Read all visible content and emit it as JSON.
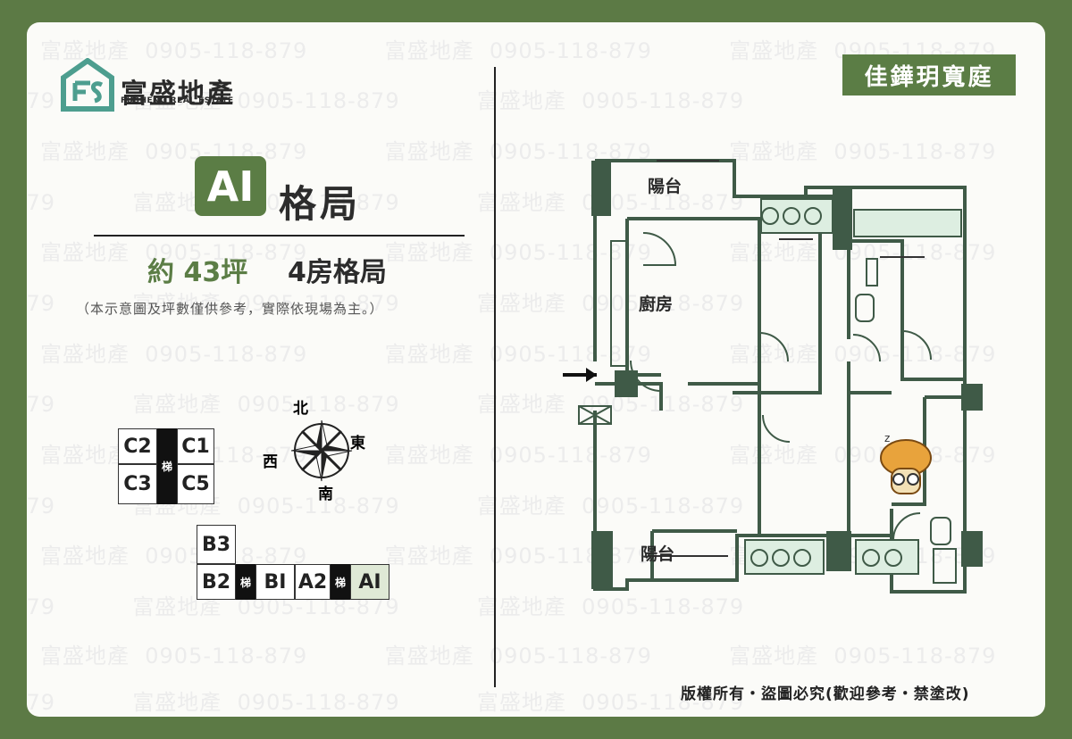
{
  "watermark": {
    "brand": "富盛地產",
    "phone": "0905-118-879"
  },
  "logo": {
    "name": "富盛地產",
    "subtitle": "FUSHENG REAL ESTATE"
  },
  "project": {
    "name": "佳鏵玥寬庭"
  },
  "unit": {
    "code": "AI",
    "layout_label": "格局",
    "size": "約 43坪",
    "rooms": "4房格局"
  },
  "note": "（本示意圖及坪數僅供參考，實際依現場為主。）",
  "compass": {
    "north": "北",
    "south": "南",
    "east": "東",
    "west": "西"
  },
  "key_plan_c": {
    "tl": "C2",
    "tr": "C1",
    "bl": "C3",
    "br": "C5",
    "stair": "梯"
  },
  "key_plan_b": {
    "b3": "B3",
    "b2": "B2",
    "stair1": "梯",
    "b1": "BI",
    "a2": "A2",
    "stair2": "梯",
    "a1": "AI",
    "highlight_color": "#dfe9d6"
  },
  "floor_plan": {
    "balcony_top": "陽台",
    "kitchen": "廚房",
    "balcony_bottom": "陽台"
  },
  "copyright": "版權所有・盜圖必究(歡迎參考・禁塗改)",
  "colors": {
    "brand_green": "#5b7d45",
    "frame": "#5c7a45",
    "wall_green": "#3f5a47"
  }
}
